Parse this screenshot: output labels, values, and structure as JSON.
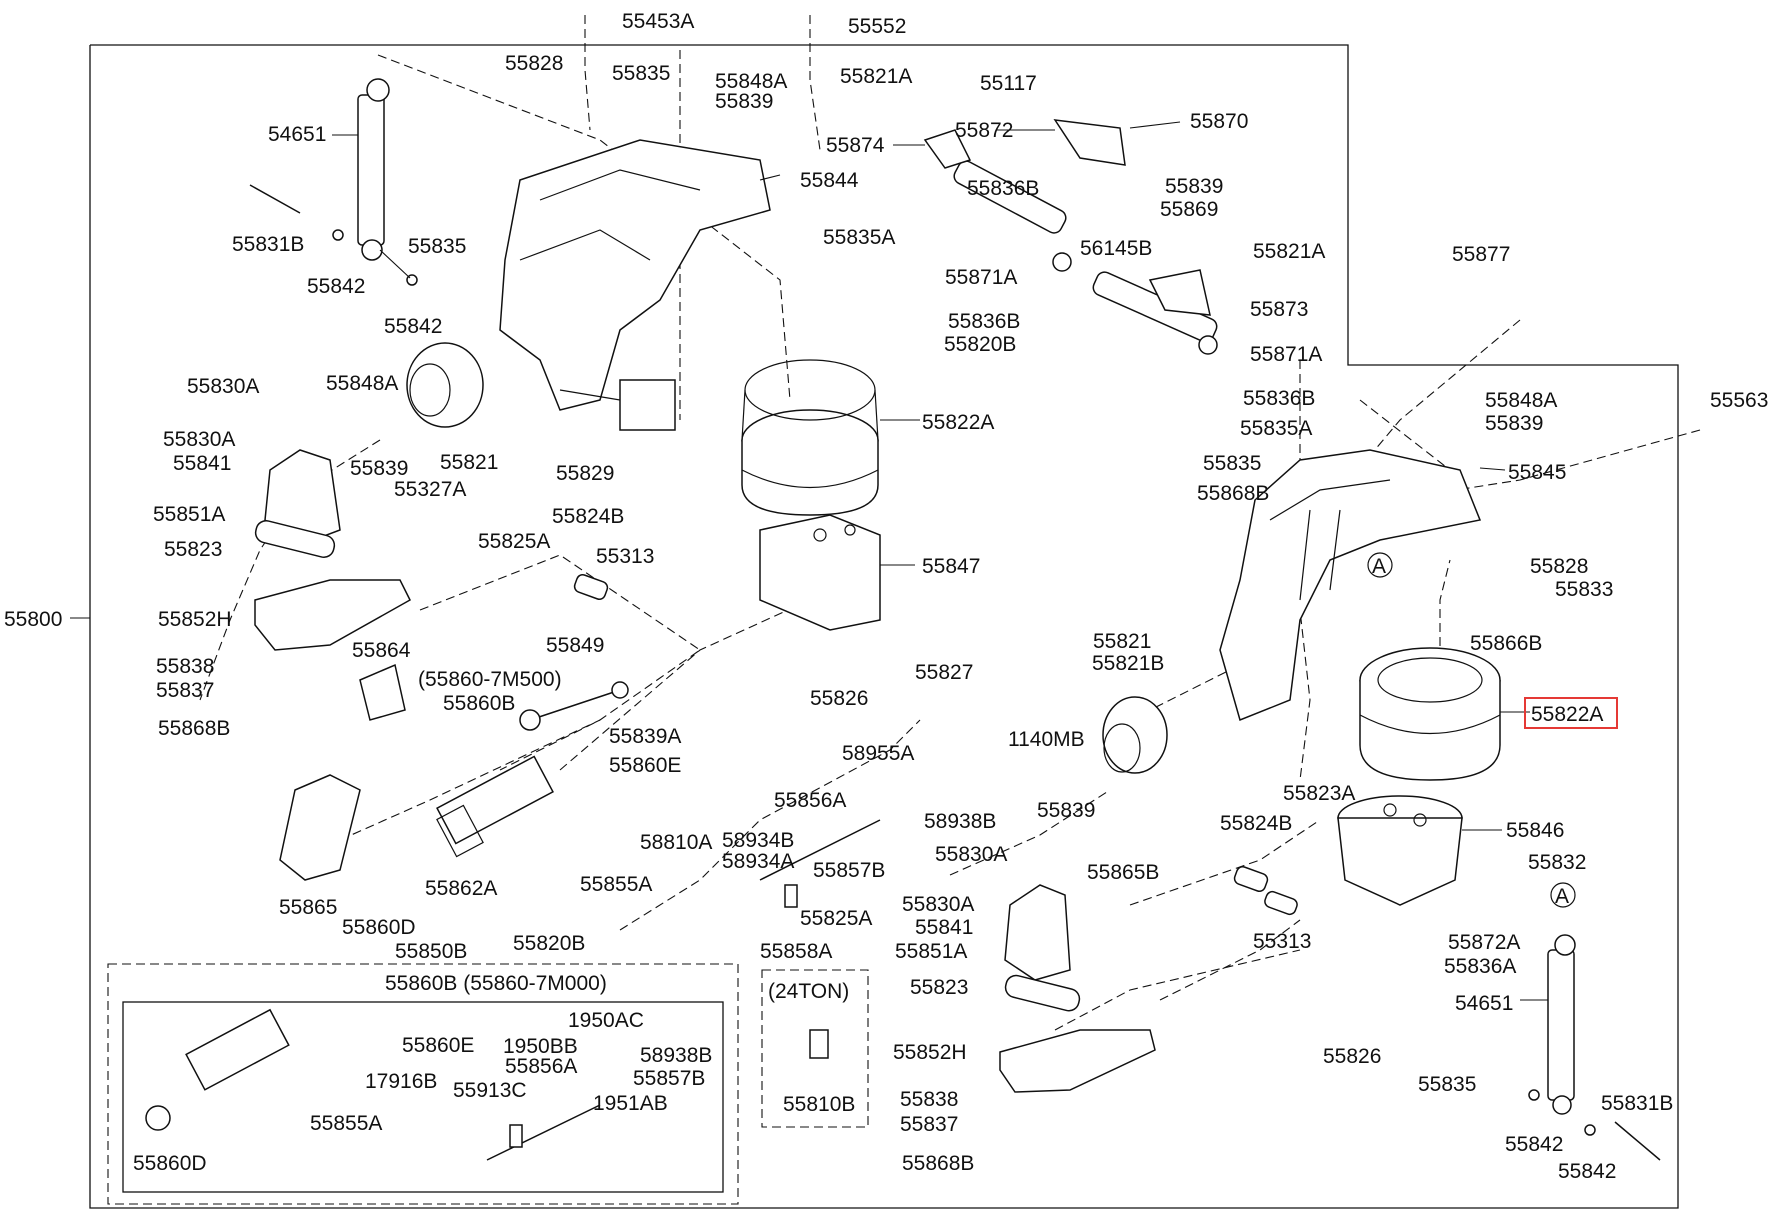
{
  "diagram": {
    "highlight_color": "#e53935",
    "labels": {
      "l55453A": "55453A",
      "l55552": "55552",
      "l55828a": "55828",
      "l55835a": "55835",
      "l55848Aa": "55848A",
      "l55839a": "55839",
      "l55821Aa": "55821A",
      "l55117": "55117",
      "l55870": "55870",
      "l55872": "55872",
      "l55874": "55874",
      "l54651a": "54651",
      "l55844": "55844",
      "l55836Ba": "55836B",
      "l55839b": "55839",
      "l55869": "55869",
      "l55831Ba": "55831B",
      "l55835b": "55835",
      "l55835Aa": "55835A",
      "l56145B": "56145B",
      "l55821Ab": "55821A",
      "l55877": "55877",
      "l55842a": "55842",
      "l55842b": "55842",
      "l55871Aa": "55871A",
      "l55873": "55873",
      "l55836Bb": "55836B",
      "l55820Ba": "55820B",
      "l55871Ab": "55871A",
      "l55830Aa": "55830A",
      "l55848Ab": "55848A",
      "l55836Bc": "55836B",
      "l55848Ac": "55848A",
      "l55563": "55563",
      "l55822Aa": "55822A",
      "l55839c": "55839",
      "l55835Ab": "55835A",
      "l55830Ab": "55830A",
      "l55841a": "55841",
      "l55839d": "55839",
      "l55821a": "55821",
      "l55829": "55829",
      "l55835c": "55835",
      "l55845": "55845",
      "l55327A": "55327A",
      "l55868Ba": "55868B",
      "l55851Aa": "55851A",
      "l55824Ba": "55824B",
      "l55823a": "55823",
      "l55825Aa": "55825A",
      "l55313a": "55313",
      "l55847": "55847",
      "l55828b": "55828",
      "l55833": "55833",
      "l55800": "55800",
      "l55852Ha": "55852H",
      "l55864": "55864",
      "l55849": "55849",
      "l55866B": "55866B",
      "l55860_7M500": "(55860-7M500)",
      "l55860Ba": "55860B",
      "l55821b": "55821",
      "l55821B": "55821B",
      "l55838a": "55838",
      "l55826a": "55826",
      "l55827": "55827",
      "l55837a": "55837",
      "l55868Bb": "55868B",
      "l55822Ab": "55822A",
      "l55839Aa": "55839A",
      "l1140MB": "1140MB",
      "l55860Ea": "55860E",
      "l58955A": "58955A",
      "l55823Ab": "55823A",
      "l55839e": "55839",
      "l55856Aa": "55856A",
      "l58938Ba": "58938B",
      "l55846": "55846",
      "l58810A": "58810A",
      "l58934B": "58934B",
      "l58934A": "58934A",
      "l55824Bb": "55824B",
      "l55830Ac": "55830A",
      "l55865Ba": "55865B",
      "l55832": "55832",
      "l55862A": "55862A",
      "l55857Ba": "55857B",
      "l55855Aa": "55855A",
      "l55865": "55865",
      "l55860Da": "55860D",
      "l55825Ab": "55825A",
      "l55830Ad": "55830A",
      "l55841b": "55841",
      "l55850B": "55850B",
      "l55820Bb": "55820B",
      "l55858A": "55858A",
      "l55851Ab": "55851A",
      "l55313b": "55313",
      "l55872A": "55872A",
      "l55836A": "55836A",
      "l55860B_7M000": "55860B (55860-7M000)",
      "l24TON": "(24TON)",
      "l55823b": "55823",
      "l54651b": "54651",
      "l1950AC": "1950AC",
      "l55860Eb": "55860E",
      "l1950BB": "1950BB",
      "l58938Bb": "58938B",
      "l55856Ab": "55856A",
      "l55857Bb": "55857B",
      "l17916B": "17916B",
      "l55913C": "55913C",
      "l1951AB": "1951AB",
      "l55852Hb": "55852H",
      "l55826b": "55826",
      "l55855Ab": "55855A",
      "l55810B": "55810B",
      "l55838b": "55838",
      "l55835d": "55835",
      "l55831Bb": "55831B",
      "l55837b": "55837",
      "l55842c": "55842",
      "l55860Db": "55860D",
      "l55868Bc": "55868B",
      "l55842d": "55842",
      "callA1": "A",
      "callA2": "A"
    }
  }
}
